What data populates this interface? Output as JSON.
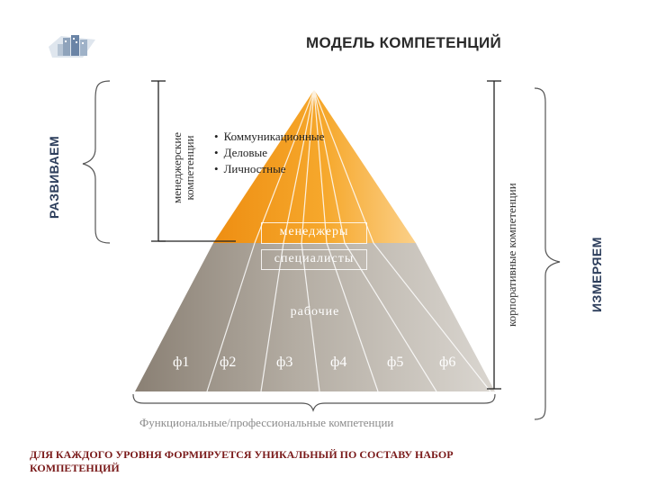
{
  "title": "МОДЕЛЬ КОМПЕТЕНЦИЙ",
  "side_labels": {
    "develop": "РАЗВИВАЕМ",
    "measure": "ИЗМЕРЯЕМ",
    "managerial_line1": "менеджерские",
    "managerial_line2": "компетенции",
    "corporate": "корпоративные  компетенции"
  },
  "bullets": [
    "Коммуникационные",
    "Деловые",
    "Личностные"
  ],
  "levels": {
    "managers": "менеджеры",
    "specialists": "специалисты",
    "workers": "рабочие"
  },
  "functions": [
    "ф1",
    "ф2",
    "ф3",
    "ф4",
    "ф5",
    "ф6"
  ],
  "functional_caption": "Функциональные/профессиональные компетенции",
  "footer": "ДЛЯ КАЖДОГО УРОВНЯ ФОРМИРУЕТСЯ УНИКАЛЬНЫЙ ПО СОСТАВУ НАБОР КОМПЕТЕНЦИЙ",
  "colors": {
    "orange": "#f5a623",
    "orange_dark": "#ec8c0e",
    "gray_dark": "#8f8577",
    "gray_light": "#cfcbc4",
    "label_blue": "#2d3e5c",
    "footer_red": "#7a1a1a"
  },
  "icons": [
    "buildings-logo-icon",
    "bracket-icon"
  ]
}
